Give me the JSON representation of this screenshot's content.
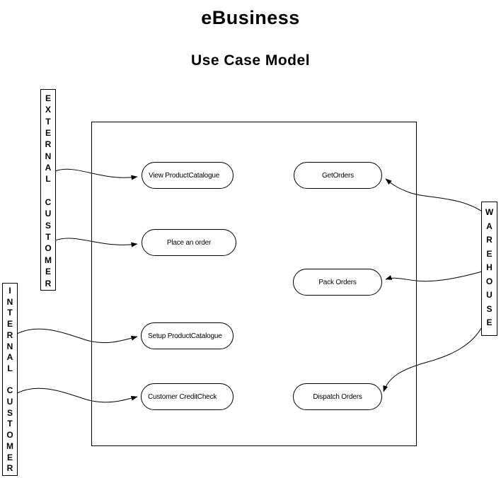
{
  "title": "eBusiness",
  "subtitle": "Use Case Model",
  "diagram": {
    "colors": {
      "stroke": "#000000",
      "background": "#ffffff"
    },
    "actors": [
      {
        "name": "External Customer",
        "display": "E\nX\nT\nE\nR\nN\nA\nL\n\nC\nU\nS\nT\nO\nM\nE\nR"
      },
      {
        "name": "Internal Customer",
        "display": "I\nN\nT\nE\nR\nN\nA\nL\n\nC\nU\nS\nT\nO\nM\nE\nR"
      },
      {
        "name": "Warehouse",
        "display": "W\nA\nR\nE\nH\nO\nU\nS\nE"
      }
    ],
    "use_cases": [
      {
        "label": "View ProductCatalogue"
      },
      {
        "label": "Place an order"
      },
      {
        "label": "Setup ProductCatalogue"
      },
      {
        "label": "Customer CreditCheck"
      },
      {
        "label": "GetOrders"
      },
      {
        "label": "Pack Orders"
      },
      {
        "label": "Dispatch Orders"
      }
    ],
    "associations": [
      {
        "from": "External Customer",
        "to": "View ProductCatalogue"
      },
      {
        "from": "External Customer",
        "to": "Place an order"
      },
      {
        "from": "Internal Customer",
        "to": "Setup ProductCatalogue"
      },
      {
        "from": "Internal Customer",
        "to": "Customer CreditCheck"
      },
      {
        "from": "Warehouse",
        "to": "GetOrders"
      },
      {
        "from": "Warehouse",
        "to": "Pack Orders"
      },
      {
        "from": "Warehouse",
        "to": "Dispatch Orders"
      }
    ]
  }
}
